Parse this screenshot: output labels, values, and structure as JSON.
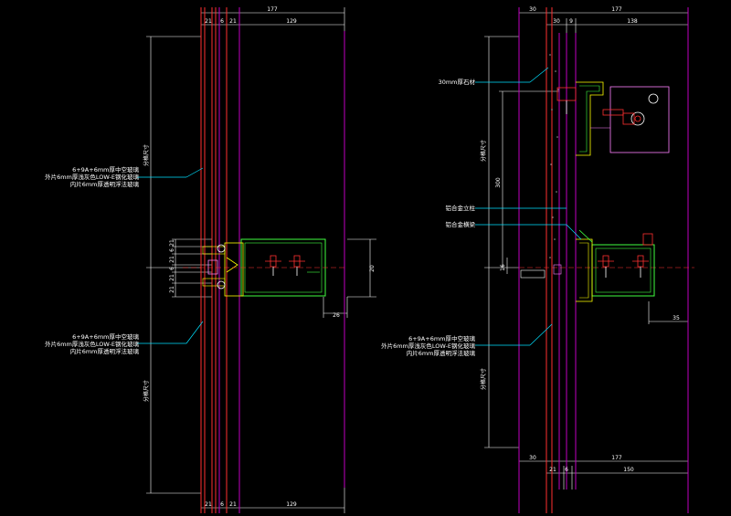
{
  "colors": {
    "background": "#000000",
    "dimension": "#ffffff",
    "glass": "#ff3030",
    "mullion": "#c000c0",
    "leader": "#00e0ff",
    "profile": "#ffff00",
    "bracket": "#ff80ff",
    "stone": "#40ff40"
  },
  "left_detail": {
    "top_dims": [
      "177",
      "21",
      "6",
      "21",
      "129"
    ],
    "bottom_dims": [
      "21",
      "6",
      "21",
      "129"
    ],
    "side_dims": [
      "21",
      "6",
      "21",
      "6",
      "21",
      "21"
    ],
    "right_dim": "20",
    "offset_dim": "26",
    "vertical_label_top": "分格尺寸",
    "vertical_label_bottom": "分格尺寸",
    "annotation_upper": [
      "6+9A+6mm厚中空玻璃",
      "外片6mm厚浅灰色LOW-E钢化玻璃",
      "内片6mm厚透明浮法玻璃"
    ],
    "annotation_lower": [
      "6+9A+6mm厚中空玻璃",
      "外片6mm厚浅灰色LOW-E钢化玻璃",
      "内片6mm厚透明浮法玻璃"
    ]
  },
  "right_detail": {
    "top_dims": [
      "30",
      "177",
      "30",
      "9",
      "138"
    ],
    "bottom_dims": [
      "30",
      "177",
      "21",
      "6",
      "150"
    ],
    "stone_label": "30mm厚石材",
    "mullion_label": "铝合金立柱",
    "transom_label": "铝合金横梁",
    "height_dim": "300",
    "small_dim": "16",
    "offset_dim": "35",
    "vertical_label_top": "分格尺寸",
    "vertical_label_bottom": "分格尺寸",
    "annotation": [
      "6+9A+6mm厚中空玻璃",
      "外片6mm厚浅灰色LOW-E钢化玻璃",
      "内片6mm厚透明浮法玻璃"
    ]
  }
}
